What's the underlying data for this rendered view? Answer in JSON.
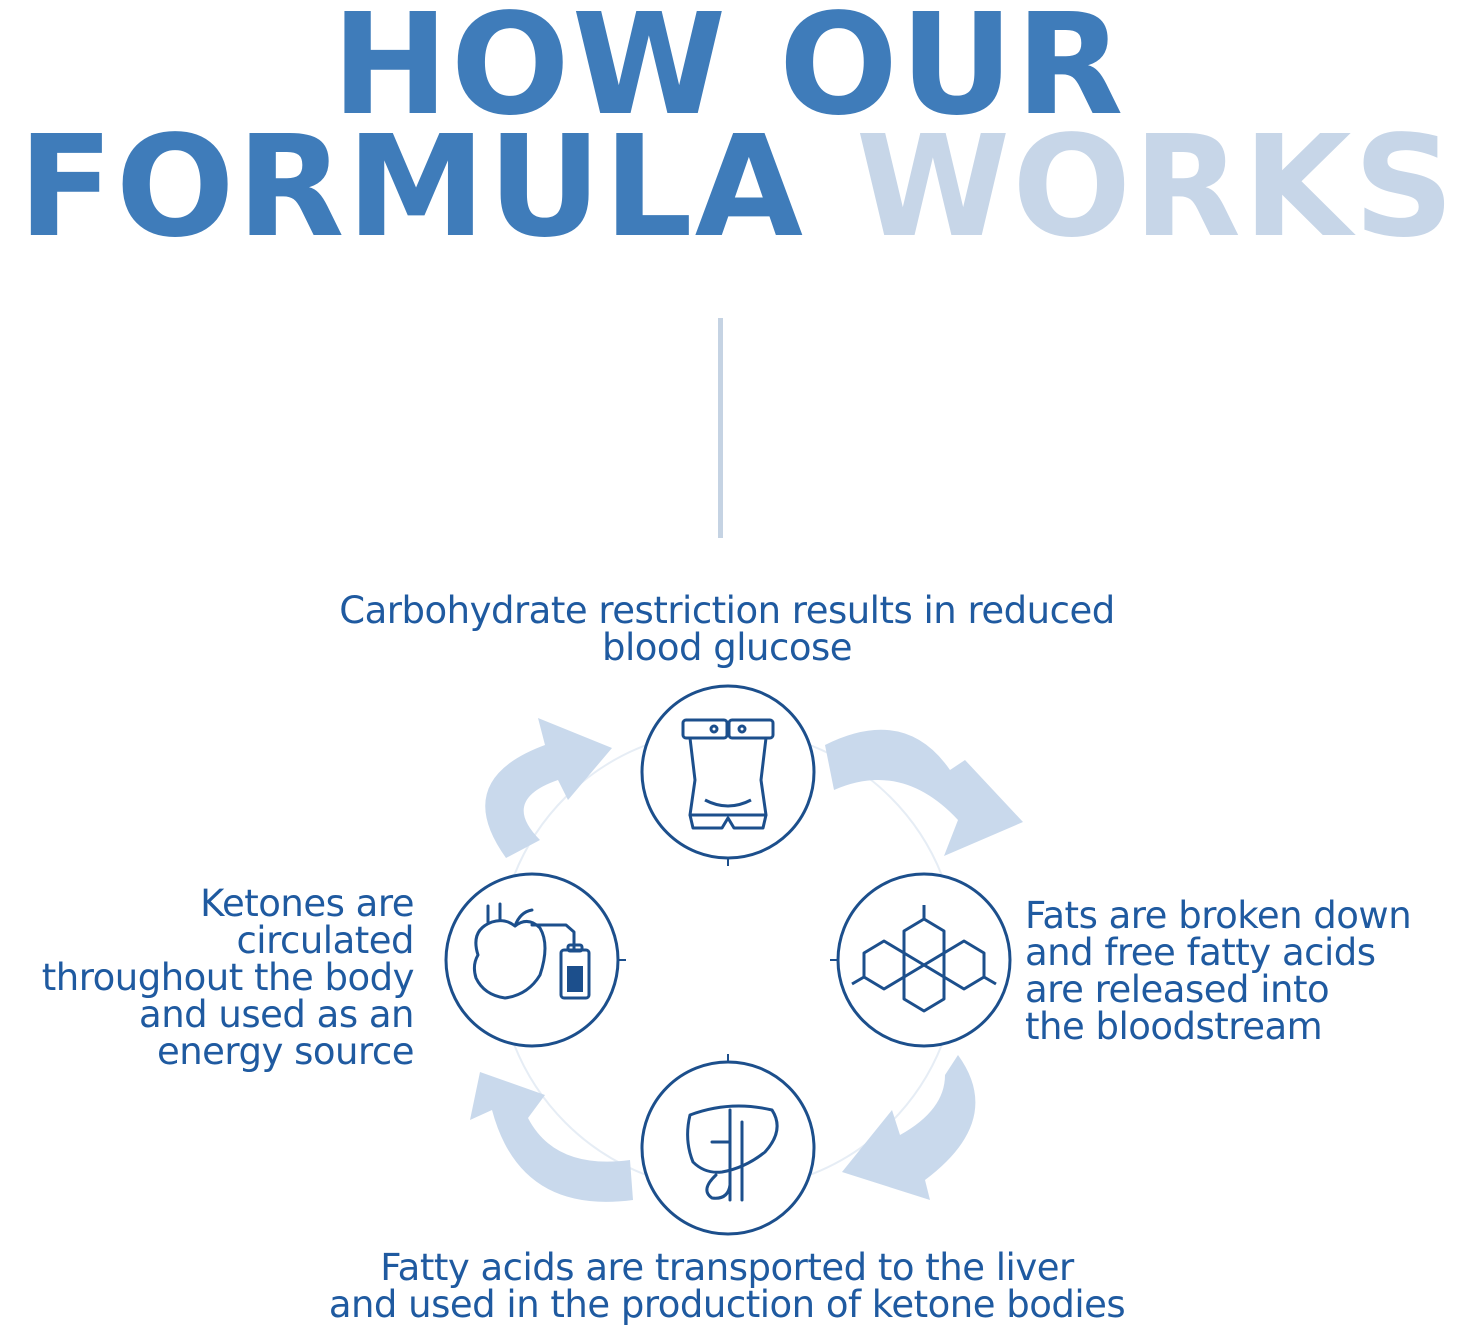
{
  "title": {
    "line1": "HOW OUR",
    "line2_dark": "FORMULA",
    "line2_light": "WORKS"
  },
  "colors": {
    "primary": "#3f7cba",
    "light": "#c7d6e8",
    "text": "#1f5aa0",
    "icon": "#1c4f8c",
    "arrow": "#c9d9ec"
  },
  "cycle": {
    "steps": [
      {
        "icon": "torso-icon",
        "text": "Carbohydrate restriction results in reduced\nblood glucose"
      },
      {
        "icon": "molecule-icon",
        "text": "Fats are broken down\nand free fatty acids\nare released into\nthe bloodstream"
      },
      {
        "icon": "liver-icon",
        "text": "Fatty acids are transported to the liver\nand used in the production of ketone bodies"
      },
      {
        "icon": "heart-battery-icon",
        "text": "Ketones are\ncirculated\nthroughout the body\nand used as an\nenergy source"
      }
    ]
  }
}
